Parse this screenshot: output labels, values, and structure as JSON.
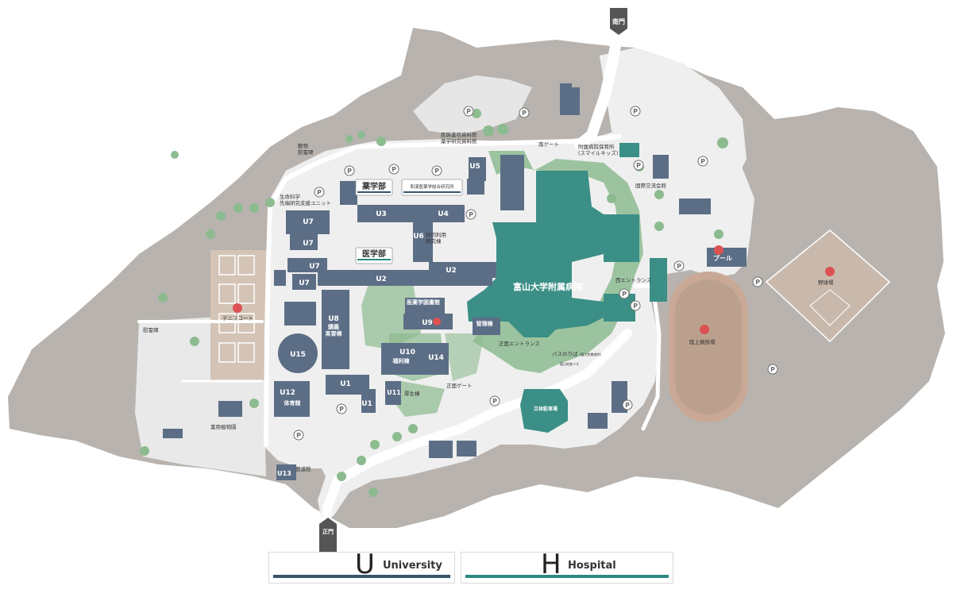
{
  "map": {
    "gates": {
      "south": "南門",
      "main": "正門",
      "main_gate_inner": "正面ゲート",
      "south_gate_inner": "南ゲート"
    },
    "faculties": {
      "pharmacy": "薬学部",
      "medicine": "医学部",
      "wakan": "和漢医薬学総合研究所"
    },
    "hospital": "富山大学附属病院",
    "buildings": {
      "u1": "U1",
      "u1b": "U1",
      "u2": "U2",
      "u2b": "U2",
      "u3": "U3",
      "u4": "U4",
      "u5": "U5",
      "u6": "U6",
      "u7a": "U7",
      "u7b": "U7",
      "u7c": "U7",
      "u8": "U8",
      "u8_name": "講義\n実習棟",
      "u9": "U9",
      "u10": "U10",
      "u10_name": "福利棟",
      "u11": "U11",
      "u11_name": "厚生棟",
      "u12": "U12",
      "u12_name": "体育館",
      "u13": "U13",
      "u14": "U14",
      "u15": "U15"
    },
    "labels": {
      "folk_museum": "民族薬物資料館\n薬学研究資料館",
      "animal_memorial": "動物\n慰霊碑",
      "life_science": "生命科学\n先端研究支援ユニット",
      "joint_research": "共同利用\n研究棟",
      "medical_library": "医薬学図書館",
      "admin": "管理棟",
      "nursery": "附属病院保育所\n(スマイルキッズ)",
      "intl_hall": "国際交流会館",
      "west_entrance": "西エントランス",
      "front_entrance": "正面エントランス",
      "bus_stop": "バスのりば",
      "bus_stop_sub": "(富大附属病院)",
      "bus_stop_sub2": "富山地鉄バス",
      "parking_structure": "立体駐車場",
      "pool": "プール",
      "track": "陸上競技場",
      "baseball": "野球場",
      "tennis": "テニスコート",
      "memorial": "慰霊碑",
      "herb_garden": "薬用植物園",
      "budo": "武道館",
      "parking": "P"
    }
  },
  "legend": {
    "university": {
      "letter": "U",
      "label": "University",
      "color": "#36566b"
    },
    "hospital": {
      "letter": "H",
      "label": "Hospital",
      "color": "#2e8a80"
    }
  },
  "colors": {
    "ground": "#b8b3ae",
    "campus": "#f0f0f0",
    "university_building": "#5c6e86",
    "hospital_building": "#3b8f86",
    "green": "#8dbb90",
    "sports": "#d8c7b9",
    "pin": "#dc5252"
  }
}
